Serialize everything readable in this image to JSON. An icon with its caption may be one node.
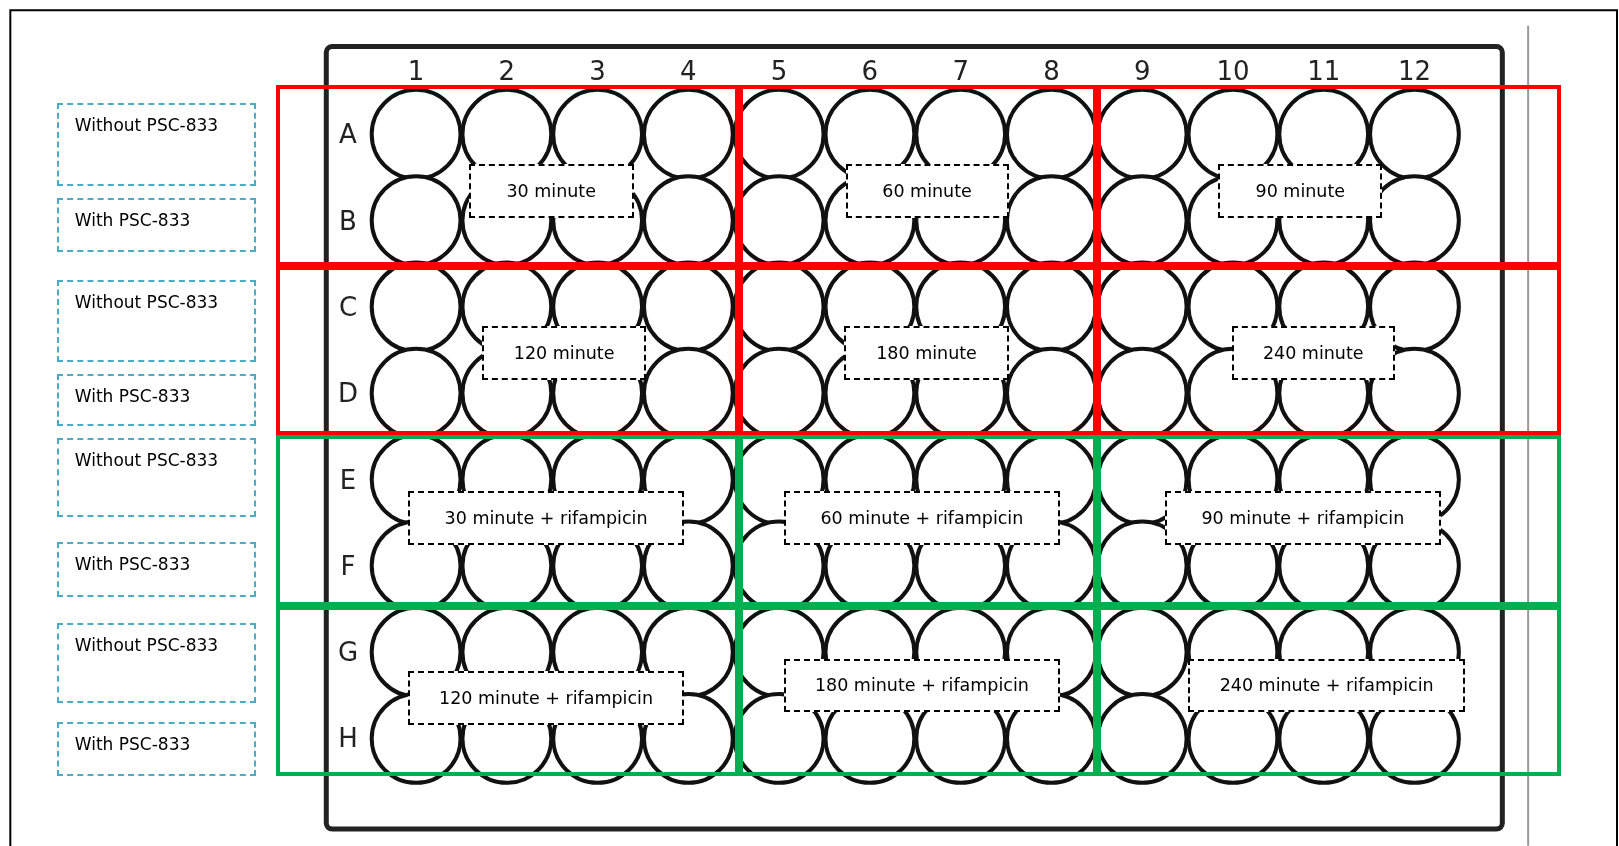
{
  "diagram": {
    "nodes": [
      {
        "text": [
          "Without PSC-833"
        ]
      },
      {
        "text": [
          "With PSC-833"
        ]
      },
      {
        "text": [
          "Without PSC-833"
        ]
      },
      {
        "text": [
          "With PSC-833"
        ]
      },
      {
        "text": [
          "Without PSC-833"
        ]
      },
      {
        "text": [
          "With PSC-833"
        ]
      },
      {
        "text": [
          "Without PSC-833"
        ]
      },
      {
        "text": [
          "With PSC-833"
        ]
      },
      {
        "text": [],
        "shape": "box"
      },
      {
        "text": [
          "30 minute"
        ],
        "in": 8
      },
      {
        "text": [],
        "shape": "box"
      },
      {
        "text": [
          "60 minute"
        ],
        "in": 10
      },
      {
        "text": [],
        "shape": "box"
      },
      {
        "text": [
          "90 minute"
        ],
        "in": 12
      },
      {
        "text": [],
        "shape": "box"
      },
      {
        "text": [
          "120 minute"
        ],
        "in": 14
      },
      {
        "text": [],
        "shape": "box"
      },
      {
        "text": [
          "180 minute"
        ],
        "in": 16
      },
      {
        "text": [],
        "shape": "box"
      },
      {
        "text": [
          "240 minute"
        ],
        "in": 18
      },
      {
        "text": [],
        "shape": "box"
      },
      {
        "text": [
          "30 minute + rifampicin"
        ],
        "in": 20
      },
      {
        "text": [],
        "shape": "box"
      },
      {
        "text": [
          "60 minute + rifampicin"
        ],
        "in": 22
      },
      {
        "text": [],
        "shape": "box"
      },
      {
        "text": [
          "90 minute + rifampicin"
        ],
        "in": 24
      },
      {
        "text": [],
        "shape": "box"
      },
      {
        "text": [
          "120 minute + rifampicin"
        ],
        "in": 26
      },
      {
        "text": [],
        "shape": "box"
      },
      {
        "text": [
          "180 minute + rifampicin"
        ],
        "in": 28
      },
      {
        "text": [],
        "shape": "box"
      },
      {
        "text": [
          "240 minute + rifampicin"
        ],
        "in": 30
      }
    ],
    "labels": [
      "1",
      "2",
      "3",
      "4",
      "5",
      "6",
      "7",
      "8",
      "9",
      "10",
      "11",
      "12",
      "A",
      "B",
      "C",
      "D",
      "E",
      "F",
      "G",
      "H"
    ]
  }
}
